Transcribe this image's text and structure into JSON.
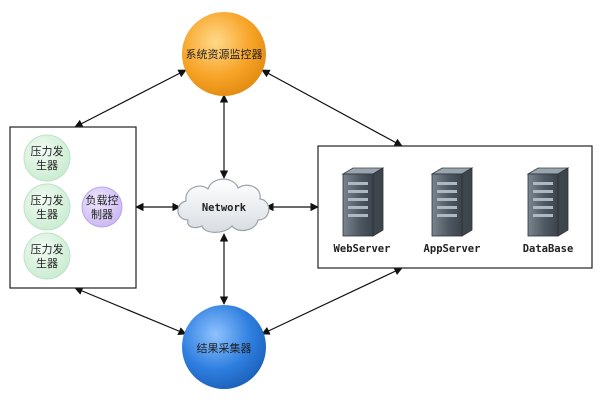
{
  "diagram": {
    "monitor": {
      "line1": "系统资源监控器"
    },
    "collector": {
      "line1": "结果采集器"
    },
    "network": {
      "label": "Network"
    },
    "generators": [
      {
        "line1": "压力发",
        "line2": "生器"
      },
      {
        "line1": "压力发",
        "line2": "生器"
      },
      {
        "line1": "压力发",
        "line2": "生器"
      }
    ],
    "load_controller": {
      "line1": "负载控",
      "line2": "制器"
    },
    "servers": [
      {
        "label": "WebServer",
        "icon": "server-tower-icon"
      },
      {
        "label": "AppServer",
        "icon": "server-tower-icon"
      },
      {
        "label": "DataBase",
        "icon": "server-tower-icon"
      }
    ]
  },
  "colors": {
    "monitor_fill": "#f7a428",
    "collector_fill": "#2f7fe0",
    "generator_fill": "#d9f1de",
    "controller_fill": "#d6c7f4",
    "server_body": "#5b6570",
    "server_light": "#aeb8c2",
    "line": "#111111"
  }
}
